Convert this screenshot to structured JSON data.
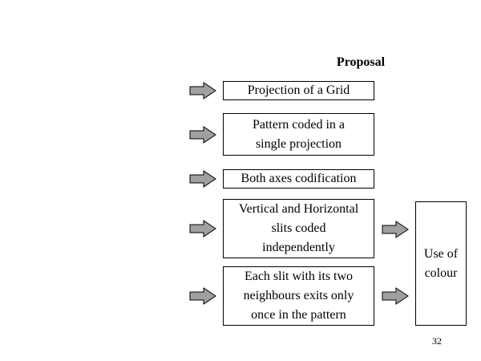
{
  "slide": {
    "title": "Proposal",
    "page_number": "32"
  },
  "boxes": [
    {
      "text": "Projection of a Grid"
    },
    {
      "text": "Pattern coded in a\nsingle projection"
    },
    {
      "text": "Both axes codification"
    },
    {
      "text": "Vertical and Horizontal\nslits coded\n independently"
    },
    {
      "text": "Each slit with its two\nneighbours exits only\n once in the pattern"
    },
    {
      "text": "Use of\ncolour"
    }
  ],
  "colors": {
    "arrow_fill": "#a0a0a0",
    "arrow_stroke": "#000000",
    "box_border": "#000000"
  },
  "icons": {
    "arrow": "right-block-arrow"
  }
}
